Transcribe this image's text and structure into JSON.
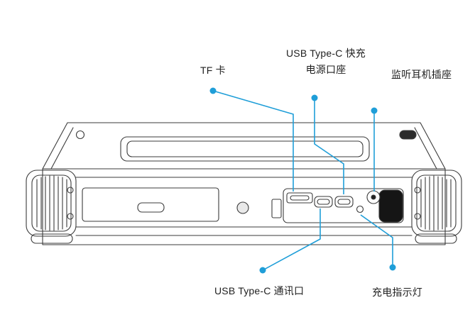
{
  "diagram": {
    "labels": {
      "tf_card": "TF 卡",
      "usb_fast_line1": "USB Type-C 快充",
      "usb_fast_line2": "电源口座",
      "headphone_jack": "监听耳机插座",
      "usb_comm": "USB Type-C 通讯口",
      "charge_led": "充电指示灯"
    },
    "colors": {
      "callout": "#1f9ed8",
      "line_art": "#3b3b3b",
      "text": "#1f1f1f"
    }
  }
}
